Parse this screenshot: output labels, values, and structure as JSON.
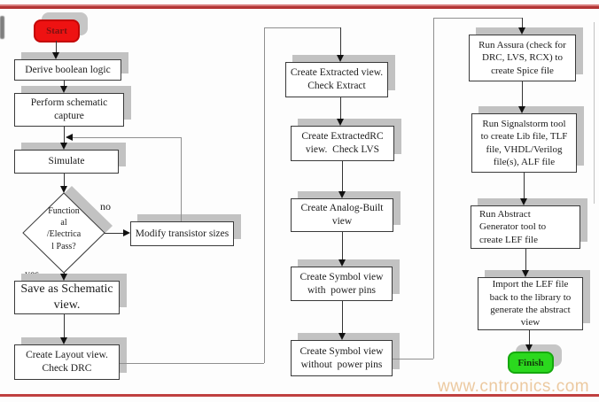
{
  "page": {
    "watermark": "www.cntronics.com"
  },
  "colors": {
    "accent_rule": "#b23434",
    "start_fill": "#ee1212",
    "start_text": "#7d1212",
    "finish_fill": "#2bd81e",
    "box_shadow": "#c2c2c2",
    "watermark_text": "#ecc9a0"
  },
  "nodes": {
    "start": {
      "label": "Start"
    },
    "derive": {
      "label": "Derive boolean logic"
    },
    "capture": {
      "label": "Perform schematic\ncapture"
    },
    "simulate": {
      "label": "Simulate"
    },
    "decision": {
      "label": "Function\nal\n/Electrica\nl Pass?"
    },
    "modify": {
      "label": "Modify transistor sizes"
    },
    "save": {
      "label": "Save as Schematic\nview."
    },
    "layout": {
      "label": "Create Layout view.\nCheck DRC"
    },
    "extract": {
      "label": "Create Extracted view.\nCheck Extract"
    },
    "extract_rc": {
      "label": "Create ExtractedRC\nview.  Check LVS"
    },
    "analog": {
      "label": "Create Analog-Built\nview"
    },
    "symbol_with": {
      "label": "Create Symbol view\nwith  power pins"
    },
    "symbol_without": {
      "label": "Create Symbol view\nwithout  power pins"
    },
    "assura": {
      "label": "Run Assura (check for\nDRC, LVS, RCX) to\ncreate Spice file"
    },
    "signalstorm": {
      "label": "Run Signalstorm tool\nto create Lib file, TLF\nfile, VHDL/Verilog\nfile(s), ALF file"
    },
    "abstract_gen": {
      "label": "Run Abstract\nGenerator tool to\ncreate LEF file"
    },
    "import_lef": {
      "label": "Import the LEF file\nback to the library to\ngenerate the abstract\nview"
    },
    "finish": {
      "label": "Finish"
    }
  },
  "edges": {
    "no_label": "no",
    "yes_label": "yes"
  }
}
